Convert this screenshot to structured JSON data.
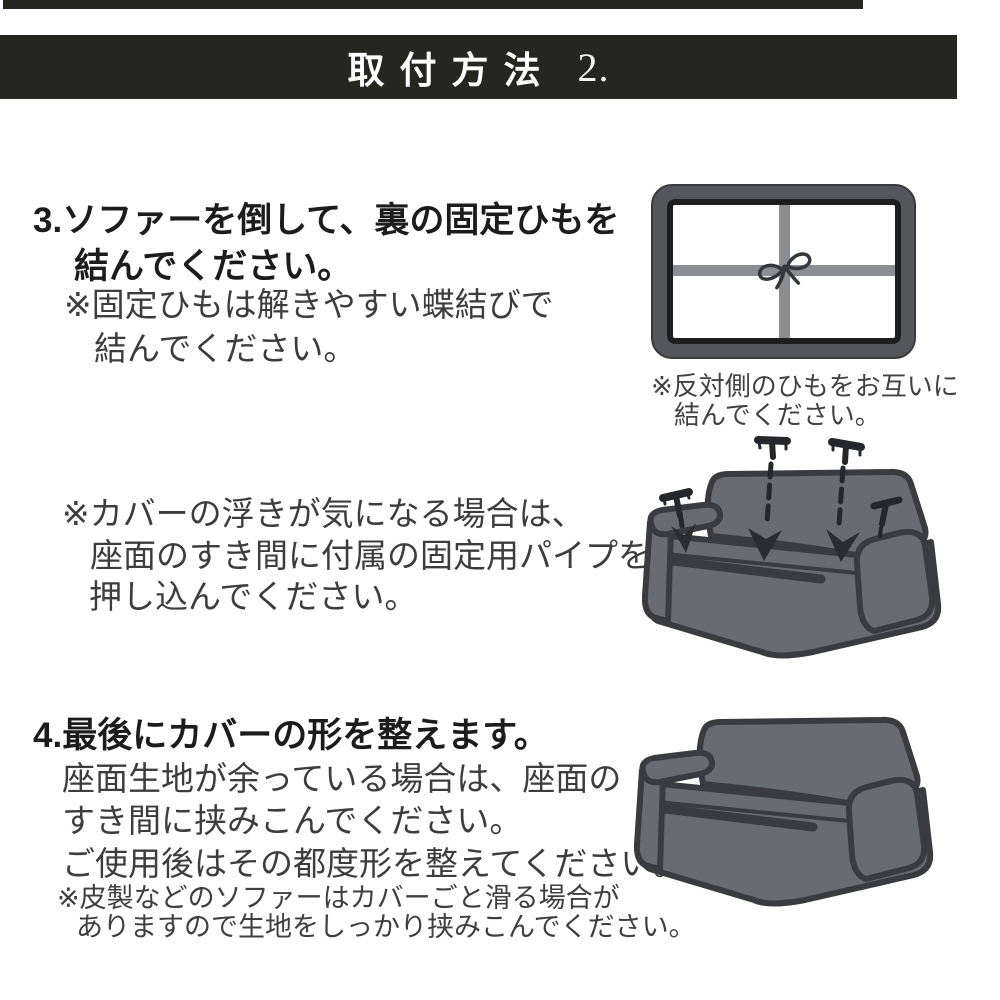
{
  "header": {
    "title": "取付方法",
    "number": "2.",
    "bar_color": "#262621",
    "text_color": "#ffffff"
  },
  "step3": {
    "heading_line1": "3.ソファーを倒して、裏の固定ひもを",
    "heading_line2": "結んでください。",
    "note_line1": "※固定ひもは解きやすい蝶結びで",
    "note_line2": "結んでください。"
  },
  "window_note": {
    "line1": "※反対側のひもをお互いに",
    "line2": "結んでください。"
  },
  "pipe_note": {
    "line1": "※カバーの浮きが気になる場合は、",
    "line2": "座面のすき間に付属の固定用パイプを",
    "line3": "押し込んでください。"
  },
  "step4": {
    "heading": "4.最後にカバーの形を整えます。",
    "body_line1": "座面生地が余っている場合は、座面の",
    "body_line2": "すき間に挟みこんでください。",
    "body_line3": "ご使用後はその都度形を整えてください。",
    "note_line1": "※皮製などのソファーはカバーごと滑る場合が",
    "note_line2": "ありますので生地をしっかり挟みこんでください。"
  },
  "illustrations": {
    "sofa_underside": "sofa-underside-frame-with-bow-tie",
    "sofa_with_pins": "sofa-with-fixing-pipes-and-arrows",
    "sofa_finished": "finished-covered-sofa",
    "colors": {
      "sofa_fill": "#686b72",
      "sofa_outline": "#3a3b40",
      "frame_fill": "#55565b",
      "cross_bar_fill": "#8b8d92",
      "bow_color": "#35363b",
      "pin_color": "#26272c",
      "arrow_color": "#2b2c31"
    }
  }
}
